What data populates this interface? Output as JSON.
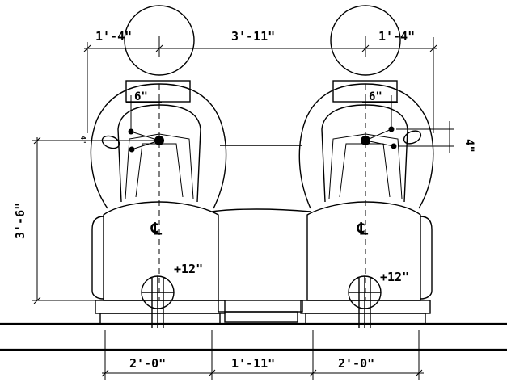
{
  "dimensions": {
    "top_left_offset": "1'-4\"",
    "top_center_span": "3'-11\"",
    "top_right_offset": "1'-4\"",
    "left_inner_offset": "6\"",
    "right_inner_offset": "6\"",
    "right_vertical_offset": "4\"",
    "left_vertical_offset": "4\"",
    "overall_height": "3'-6\"",
    "left_pipe_elevation": "+12\"",
    "right_pipe_elevation": "+12\"",
    "bottom_left_width": "2'-0\"",
    "bottom_center_gap": "1'-11\"",
    "bottom_right_width": "2'-0\""
  },
  "symbols": {
    "centerline_left": "℄",
    "centerline_right": "℄"
  }
}
